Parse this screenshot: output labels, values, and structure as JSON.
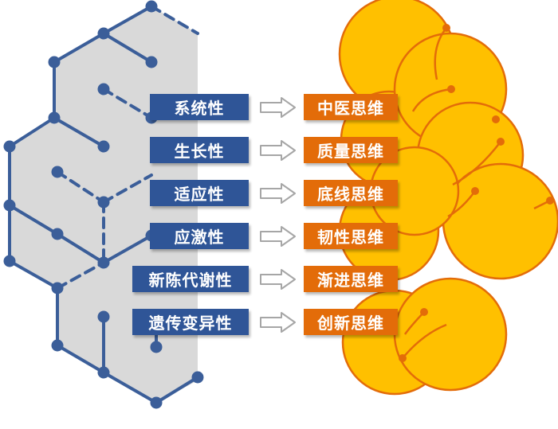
{
  "diagram": {
    "colors": {
      "network": "#3B5E99",
      "network_bg": "#D9D9D9",
      "left_box": "#2F5597",
      "right_box": "#E36C09",
      "bubble_fill": "#FFC000",
      "bubble_stroke": "#E36C09",
      "arrow_stroke": "#A6A6A6"
    },
    "left_graphic": "hexagonal-molecule-network",
    "right_graphic": "brain-bubbles",
    "pairs": [
      {
        "left": "系统性",
        "right": "中医思维"
      },
      {
        "left": "生长性",
        "right": "质量思维"
      },
      {
        "left": "适应性",
        "right": "底线思维"
      },
      {
        "left": "应激性",
        "right": "韧性思维"
      },
      {
        "left": "新陈代谢性",
        "right": "渐进思维"
      },
      {
        "left": "遗传变异性",
        "right": "创新思维"
      }
    ]
  }
}
